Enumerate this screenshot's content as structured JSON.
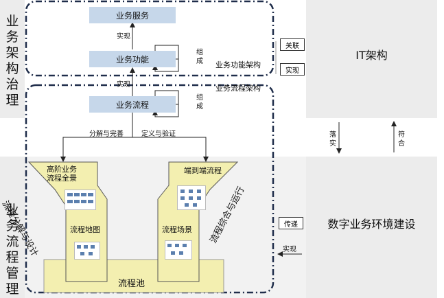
{
  "left_band": {
    "top_label": "业务架构治理",
    "bottom_label": "业务流程管理"
  },
  "top_block": {
    "node_service": "业务服务",
    "node_function": "业务功能",
    "label_realize_1": "实现",
    "label_compose_1": "组成",
    "caption": "业务功能架构"
  },
  "middle_block": {
    "node_process": "业务流程",
    "label_realize_2": "实现",
    "label_compose_2": "组成",
    "caption": "业务流程架构",
    "split_label": "分解与完善",
    "define_label": "定义与验证"
  },
  "process_area": {
    "left_title": "高阶业务流程全景",
    "left_map": "流程地图",
    "left_diag": "流程分解与设计",
    "right_title": "端到端流程",
    "right_scene": "流程场景",
    "right_diag": "流程综合与运行",
    "pool": "流程池"
  },
  "right_side": {
    "it_title": "IT架构",
    "digital_title": "数字业务环境建设",
    "box_relate": "关联",
    "box_realize": "实现",
    "box_transfer": "传递",
    "label_realize_3": "实现",
    "land": "落实",
    "match": "符合"
  },
  "colors": {
    "node_fill": "#c6d7ea",
    "band": "#ececec",
    "yellow": "#f3efb0",
    "yellow_border": "#555555"
  }
}
